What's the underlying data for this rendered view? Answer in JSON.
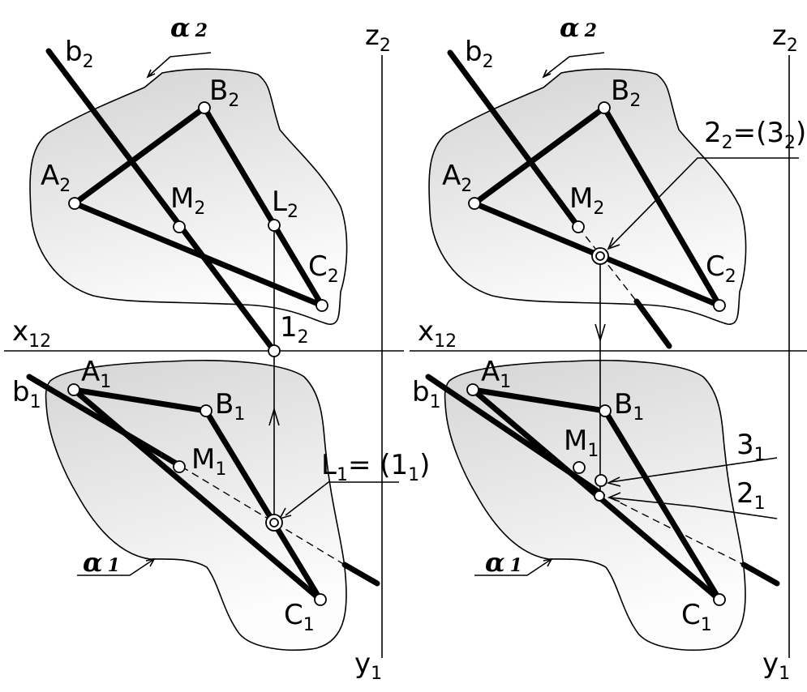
{
  "colors": {
    "plane_fill_top": "#d8d8d8",
    "plane_fill_bottom": "#fbfbfb",
    "ink": "#000000"
  },
  "axes": {
    "z": "z",
    "z_sub": "2",
    "x": "x",
    "x_sub": "12",
    "y": "y",
    "y_sub": "1"
  },
  "plane": {
    "front": "α",
    "front_sub": "2",
    "top": "α",
    "top_sub": "1"
  },
  "points_front": {
    "A": "A",
    "A_sub": "2",
    "B": "B",
    "B_sub": "2",
    "C": "C",
    "C_sub": "2",
    "M": "M",
    "M_sub": "2",
    "L": "L",
    "L_sub": "2",
    "one": "1",
    "one_sub": "2",
    "b": "b",
    "b_sub": "2"
  },
  "points_top": {
    "A": "A",
    "A_sub": "1",
    "B": "B",
    "B_sub": "1",
    "C": "C",
    "C_sub": "1",
    "M": "M",
    "M_sub": "1",
    "b": "b",
    "b_sub": "1"
  },
  "left_callout": {
    "main": "L",
    "sub": "1",
    "mid": "= (1",
    "sub2": "1",
    "end": ")"
  },
  "right_callout_front": {
    "main": "2",
    "sub": "2",
    "mid": "=(3",
    "sub2": "2",
    "end": ")"
  },
  "right_callout_three": {
    "main": "3",
    "sub": "1"
  },
  "right_callout_two": {
    "main": "2",
    "sub": "1"
  }
}
